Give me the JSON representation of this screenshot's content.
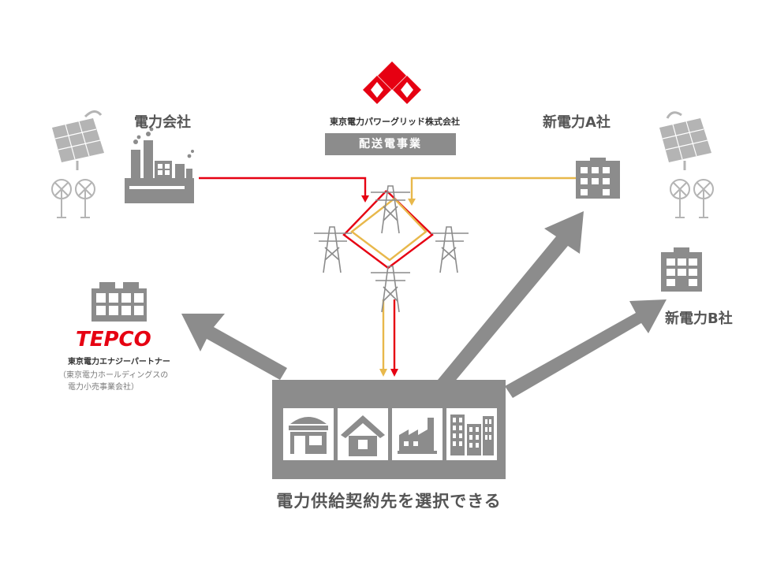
{
  "grid": {
    "company_name": "東京電力パワーグリッド株式会社",
    "business_band": "配送電事業"
  },
  "power_company": {
    "label": "電力会社"
  },
  "new_power_a": {
    "label": "新電力A社"
  },
  "new_power_b": {
    "label": "新電力B社"
  },
  "tepco": {
    "logo_text": "TEPCO",
    "name": "東京電力エナジーパートナー",
    "note_line1": "（東京電力ホールディングスの",
    "note_line2": "電力小売事業会社）"
  },
  "customers": {
    "caption": "電力供給契約先を選択できる"
  },
  "colors": {
    "red_line": "#e60012",
    "yellow_line": "#e8b84b",
    "gray_icon": "#8c8c8c",
    "light_gray_icon": "#b4b4b4",
    "arrow_gray": "#8c8c8c"
  }
}
